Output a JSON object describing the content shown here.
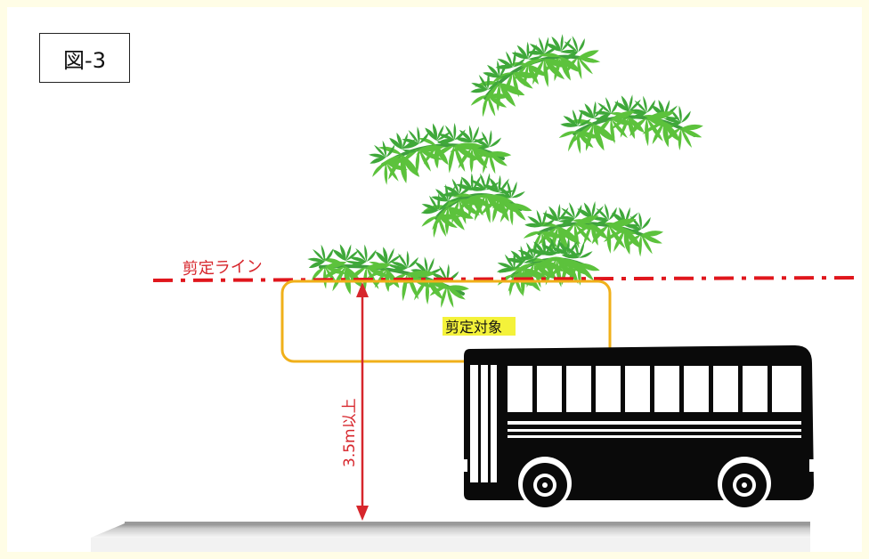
{
  "figure_label": "図-3",
  "pruning_line_label": "剪定ライン",
  "pruning_target_label": "剪定対象",
  "height_label": "3.5m以上",
  "colors": {
    "pruning_line": "#e0161c",
    "target_box": "#f0b01a",
    "highlight": "#f4f23a",
    "dimension_arrow": "#d7262c",
    "bamboo_stem": "#3f9e3f",
    "bamboo_leaf": "#5cc23c",
    "bus": "#0a0a0a",
    "ground": "#b8b8b8"
  },
  "icons": [
    "bamboo-branch-illustration",
    "bus-illustration",
    "dimension-arrow"
  ]
}
